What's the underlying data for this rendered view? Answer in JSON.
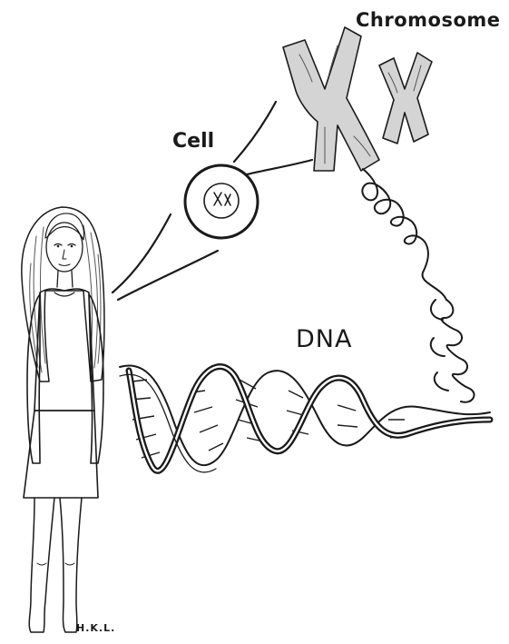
{
  "labels": {
    "chromosome": "Chromosome",
    "cell": "Cell",
    "dna": "DNA",
    "signature": "H.K.L."
  },
  "colors": {
    "ink": "#1a1a1a",
    "paper": "#ffffff",
    "chromosome_fill": "#d4d4d4"
  },
  "icons": [
    "girl-figure",
    "cell-circle",
    "chromosome-x-pair",
    "dna-double-helix"
  ]
}
